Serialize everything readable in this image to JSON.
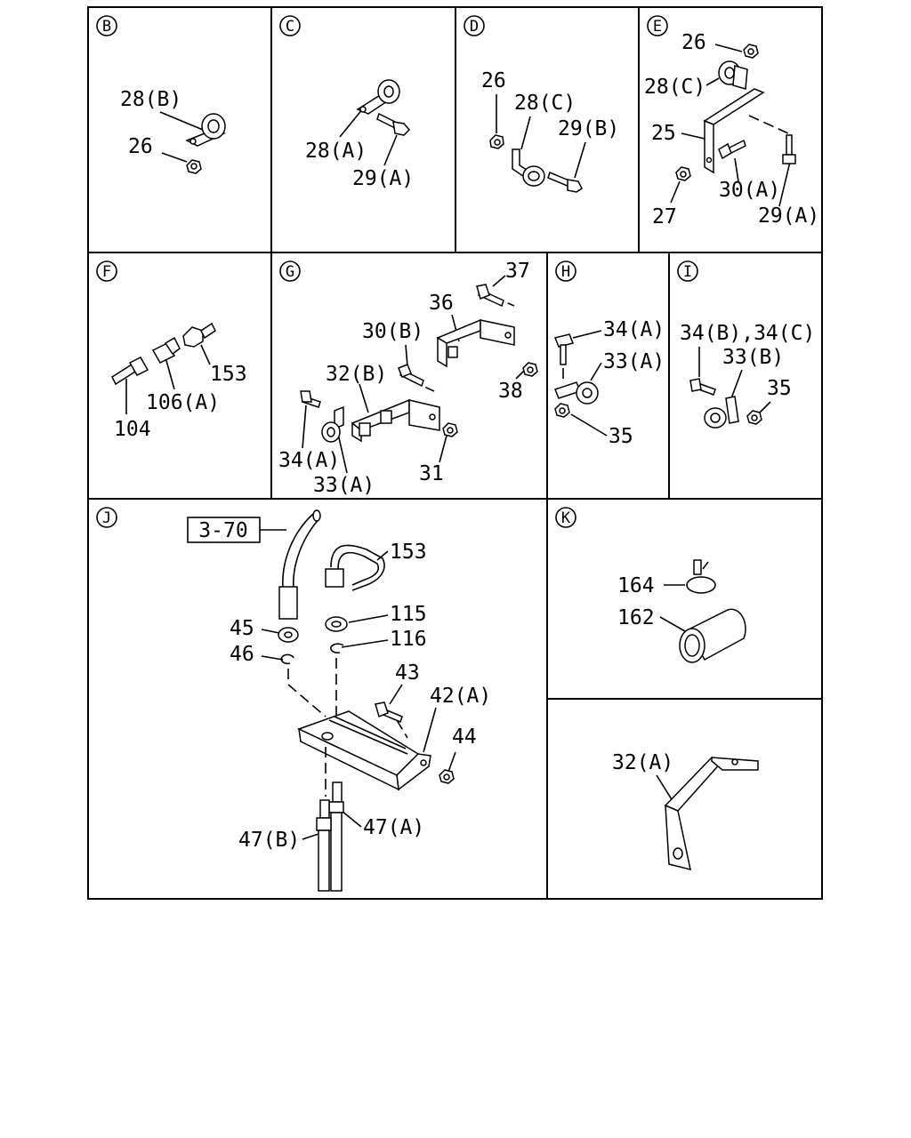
{
  "sections": {
    "B": {
      "letter": "B",
      "labels": [
        "28(B)",
        "26"
      ]
    },
    "C": {
      "letter": "C",
      "labels": [
        "28(A)",
        "29(A)"
      ]
    },
    "D": {
      "letter": "D",
      "labels": [
        "26",
        "28(C)",
        "29(B)"
      ]
    },
    "E": {
      "letter": "E",
      "labels": [
        "26",
        "28(C)",
        "25",
        "27",
        "30(A)",
        "29(A)"
      ]
    },
    "F": {
      "letter": "F",
      "labels": [
        "153",
        "106(A)",
        "104"
      ]
    },
    "G": {
      "letter": "G",
      "labels": [
        "37",
        "36",
        "30(B)",
        "32(B)",
        "38",
        "34(A)",
        "33(A)",
        "31"
      ]
    },
    "H": {
      "letter": "H",
      "labels": [
        "34(A)",
        "33(A)",
        "35"
      ]
    },
    "I": {
      "letter": "I",
      "labels": [
        "34(B),34(C)",
        "33(B)",
        "35"
      ]
    },
    "J": {
      "letter": "J",
      "ref": "3-70",
      "labels": [
        "153",
        "115",
        "45",
        "116",
        "46",
        "43",
        "42(A)",
        "44",
        "47(A)",
        "47(B)"
      ]
    },
    "K": {
      "letter": "K",
      "labels": [
        "164",
        "162"
      ]
    },
    "L": {
      "labels": [
        "32(A)"
      ]
    }
  }
}
